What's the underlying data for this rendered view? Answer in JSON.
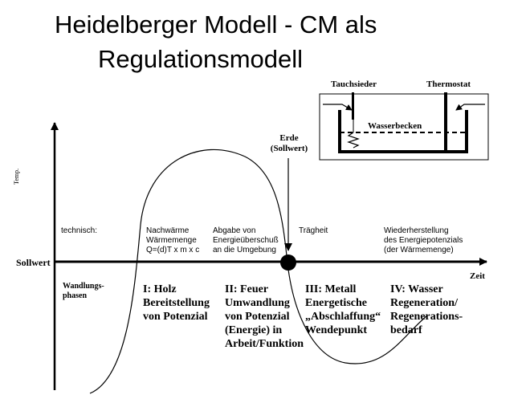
{
  "title": {
    "line1": "Heidelberger Modell - CM als",
    "line2": "Regulationsmodell"
  },
  "apparatus": {
    "tauchsieder": "Tauchsieder",
    "thermostat": "Thermostat",
    "wasserbecken": "Wasserbecken"
  },
  "erde": {
    "line1": "Erde",
    "line2": "(Sollwert)"
  },
  "axes": {
    "y_label": "Temp.",
    "sollwert": "Sollwert",
    "x_label": "Zeit"
  },
  "row_labels": {
    "technisch": "technisch:",
    "wandlung": [
      "Wandlungs-",
      "phasen"
    ]
  },
  "technical": {
    "col1": [
      "Nachwärme",
      "Wärmemenge",
      "Q=(d)T x m x c"
    ],
    "col2": [
      "Abgabe von",
      "Energieüberschuß",
      "an die Umgebung"
    ],
    "col3": [
      "Trägheit"
    ],
    "col4": [
      "Wiederherstellung",
      "des Energiepotenzials",
      "(der Wärmemenge)"
    ]
  },
  "phases": [
    {
      "lines": [
        "I: Holz",
        "Bereitstellung",
        "von Potenzial"
      ]
    },
    {
      "lines": [
        "II: Feuer",
        "Umwandlung",
        "von Potenzial",
        "(Energie) in",
        "Arbeit/Funktion"
      ]
    },
    {
      "lines": [
        "III: Metall",
        "Energetische",
        "„Abschlaffung“",
        "Wendepunkt"
      ]
    },
    {
      "lines": [
        "IV: Wasser",
        "Regeneration/",
        "Regenerations-",
        "bedarf"
      ]
    }
  ]
}
